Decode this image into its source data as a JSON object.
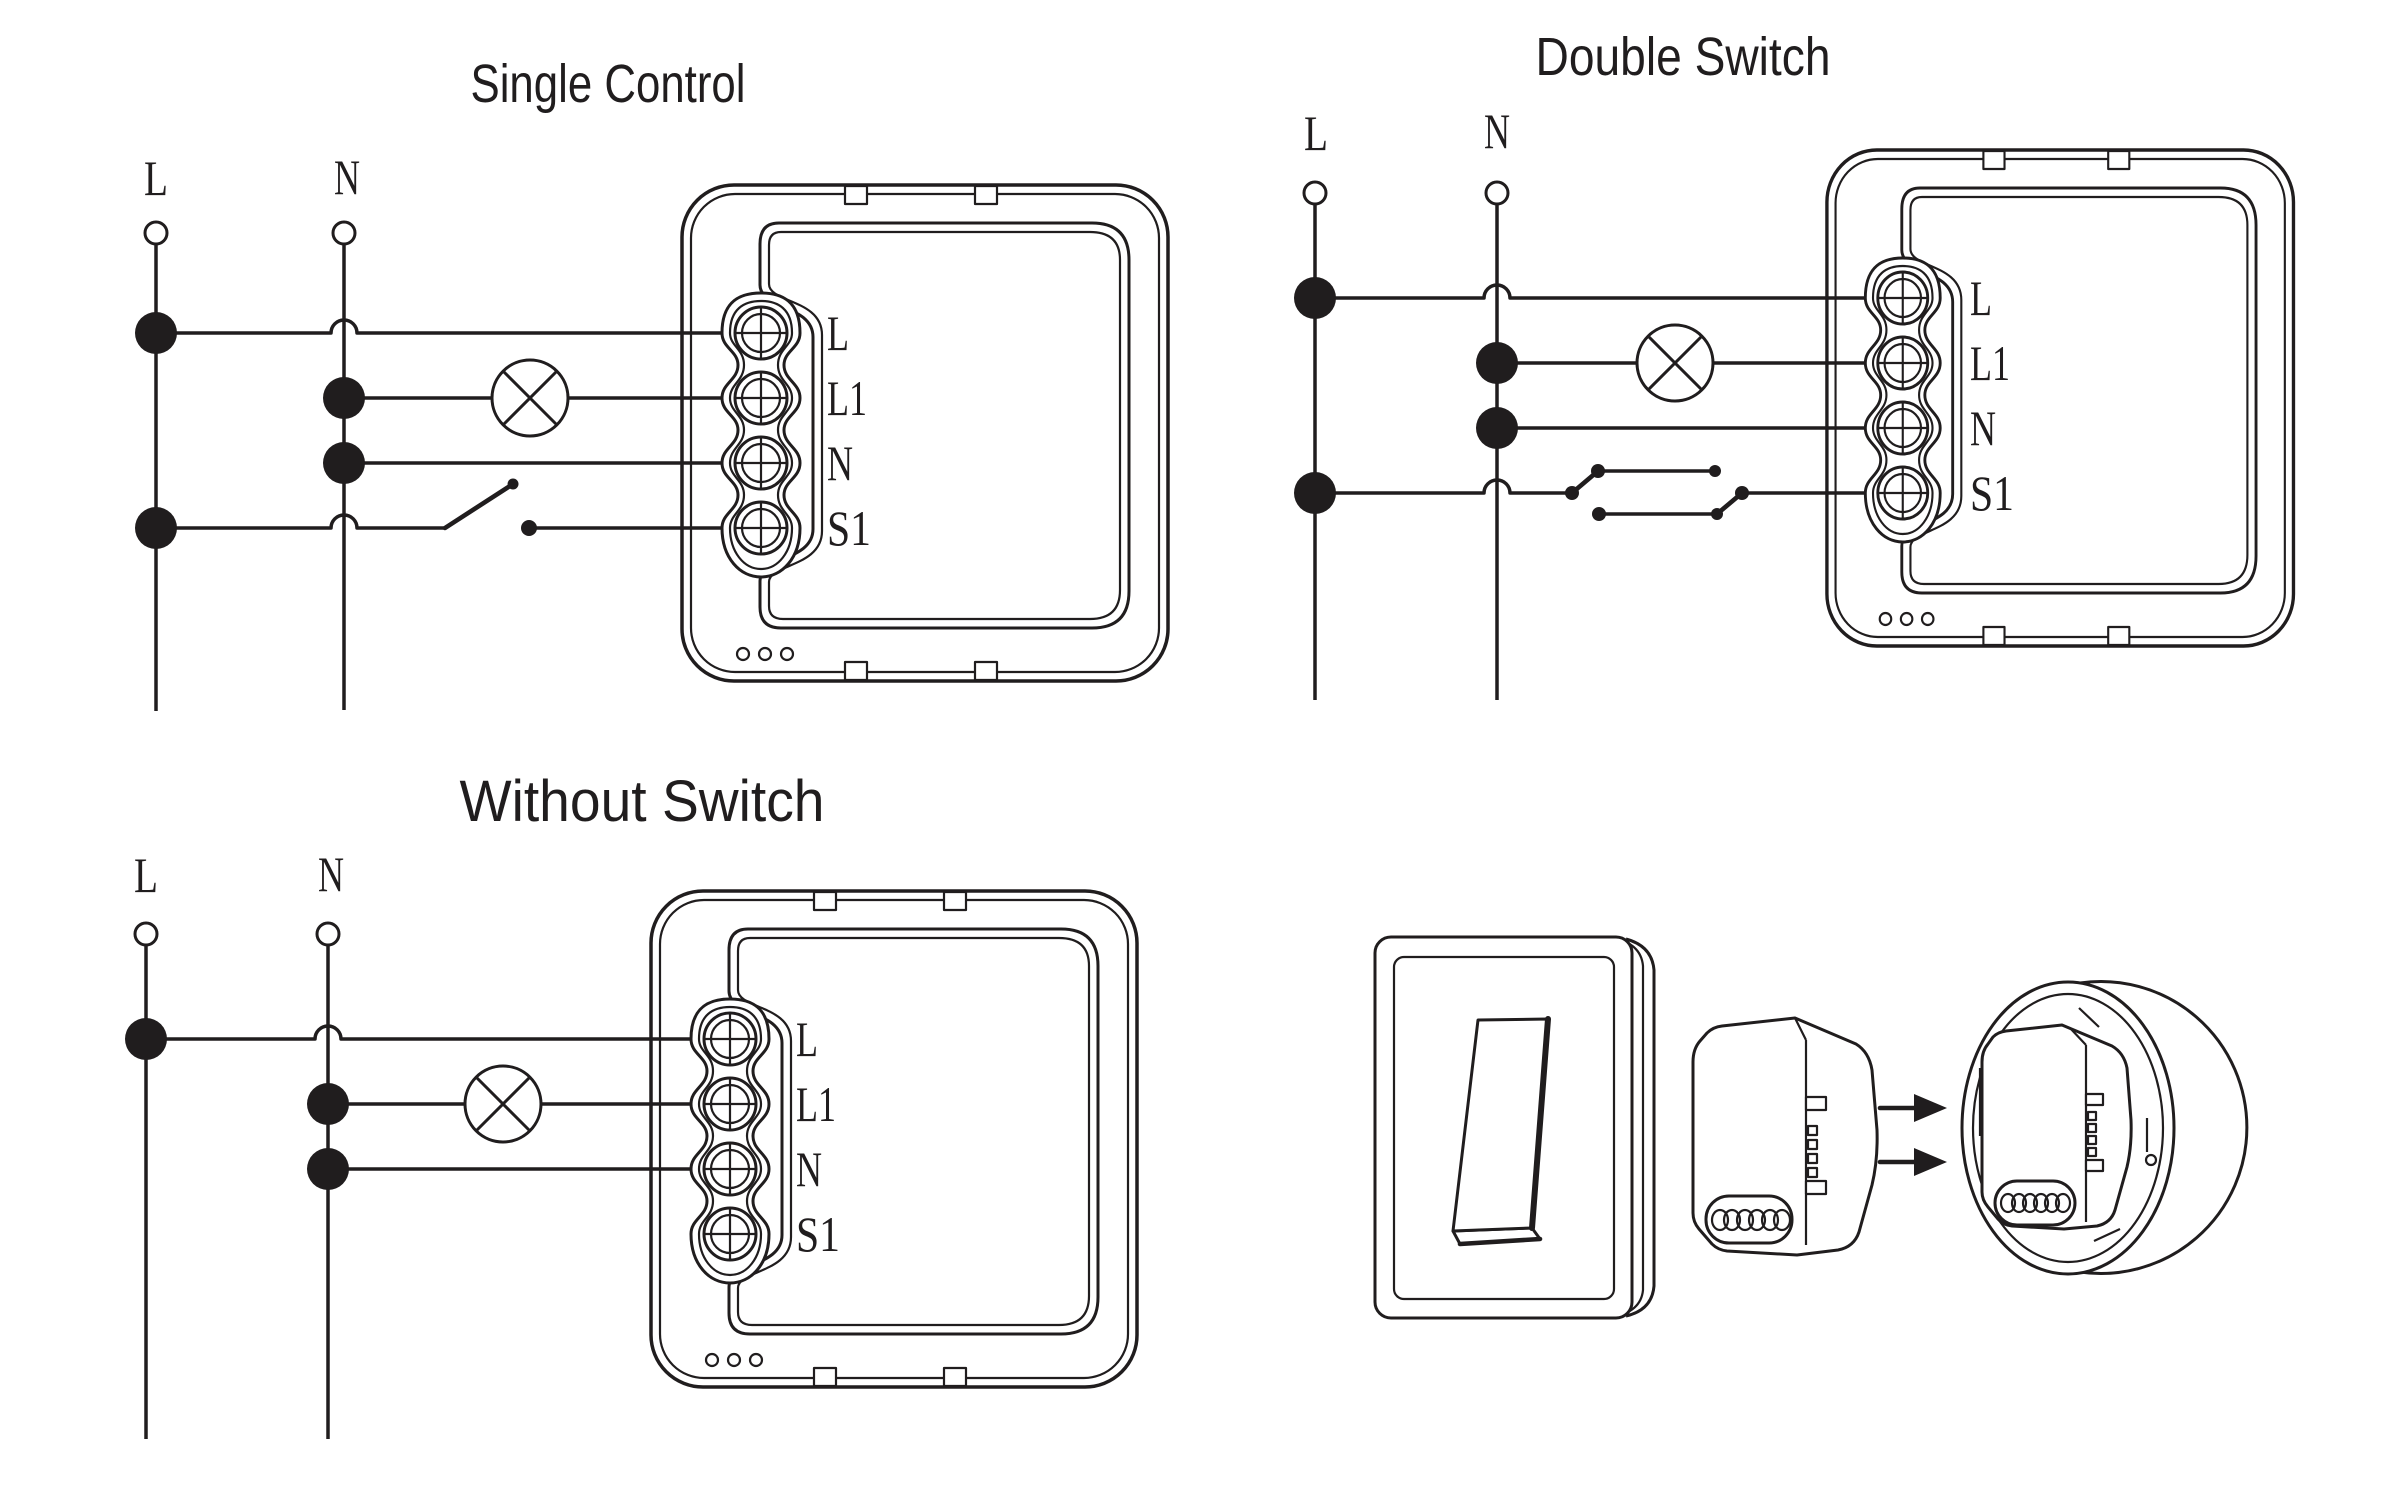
{
  "theme": {
    "canvas_bg": "#ffffff",
    "ink": "#201d1e"
  },
  "diagrams": {
    "single_control": {
      "title": "Single Control",
      "supply": {
        "live": "L",
        "neutral": "N"
      },
      "terminals": {
        "l": "L",
        "l1": "L1",
        "n": "N",
        "s1": "S1"
      }
    },
    "double_switch": {
      "title": "Double Switch",
      "supply": {
        "live": "L",
        "neutral": "N"
      },
      "terminals": {
        "l": "L",
        "l1": "L1",
        "n": "N",
        "s1": "S1"
      }
    },
    "without_switch": {
      "title": "Without Switch",
      "supply": {
        "live": "L",
        "neutral": "N"
      },
      "terminals": {
        "l": "L",
        "l1": "L1",
        "n": "N",
        "s1": "S1"
      }
    }
  }
}
